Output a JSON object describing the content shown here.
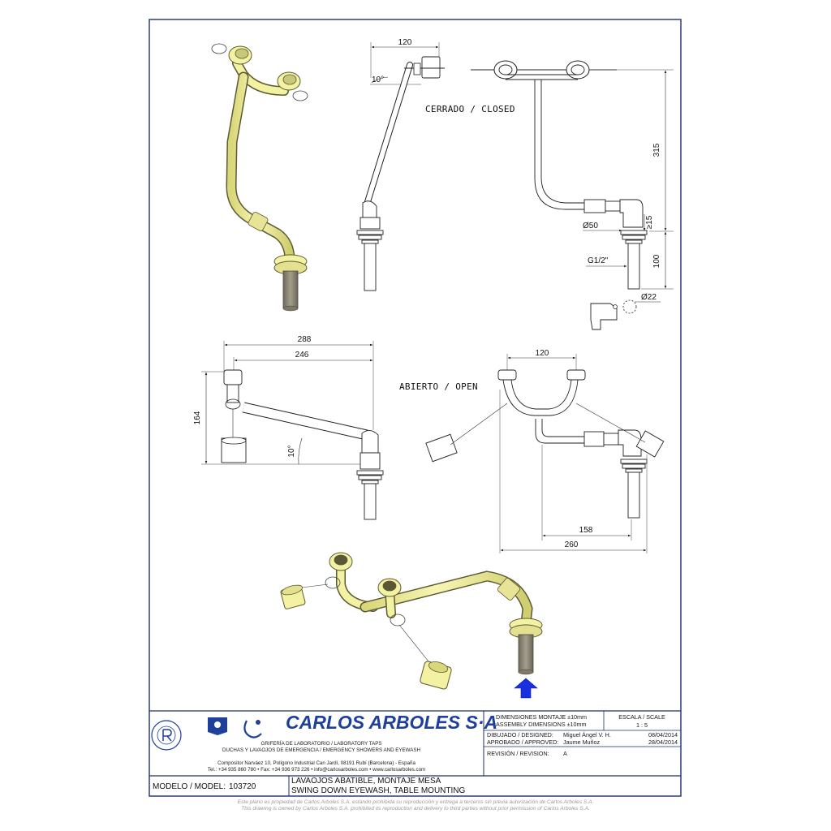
{
  "views": {
    "closed_label": "CERRADO / CLOSED",
    "open_label": "ABIERTO / OPEN"
  },
  "dimensions": {
    "closed_side_width": "120",
    "closed_side_angle": "10°",
    "closed_front_height": "315",
    "closed_front_diameter": "Ø50",
    "closed_front_offset": "≥15",
    "closed_front_thread": "G1/2\"",
    "closed_front_stem": "100",
    "closed_detail_diameter": "Ø22",
    "open_side_total": "288",
    "open_side_reach": "246",
    "open_side_height": "164",
    "open_side_angle": "10°",
    "open_front_width": "120",
    "open_front_inner": "158",
    "open_front_total": "260"
  },
  "colors": {
    "pipe": "#f3f1a2",
    "pipe_shade": "#d9d77a",
    "stem": "#8a8575",
    "arrow": "#1a2fe0",
    "brand": "#1e3f9a"
  },
  "title_block": {
    "brand": "CARLOS ARBOLES S·A",
    "tagline_1": "GRIFERÍA DE LABORATORIO / LABORATORY TAPS",
    "tagline_2": "DUCHAS Y LAVAOJOS DE EMERGENCIA / EMERGENCY SHOWERS AND EYEWASH",
    "address": "Compositor Narváez 10, Polígono Industrial Can Jardí, 08191 Rubí (Barcelona) - España",
    "contact": "Tel.: +34 935 860 780 • Fax: +34 936 973 226 • info@carlosarboles.com • www.carlosarboles.com",
    "dims_montaje": "DIMENSIONES MONTAJE ±10mm",
    "dims_assembly": "ASSEMBLY DIMENSIONS ±10mm",
    "scale_label": "ESCALA / SCALE",
    "scale_value": "1 : 5",
    "designed_label": "DIBUJADO / DESIGNED:",
    "designed_name": "Miguel Ángel V. H.",
    "designed_date": "08/04/2014",
    "approved_label": "APROBADO / APPROVED:",
    "approved_name": "Jaume Muñoz",
    "approved_date": "28/04/2014",
    "revision_label": "REVISIÓN / REVISION:",
    "revision_value": "A",
    "model_label": "MODELO / MODEL:",
    "model_value": "103720",
    "desc_1": "LAVAOJOS ABATIBLE, MONTAJE MESA",
    "desc_2": "SWING DOWN EYEWASH, TABLE MOUNTING"
  },
  "footer": {
    "line_1": "Este plano es propiedad de Carlos Arboles S.A. estando prohibida su reproducción y entrega a terceros sin previa autorización de Carlos Arboles S.A.",
    "line_2": "This drawing is owned by Carlos Arboles S.A. prohibited its reproduction and delivery to third parties without prior permission of Carlos Arboles S.A."
  }
}
